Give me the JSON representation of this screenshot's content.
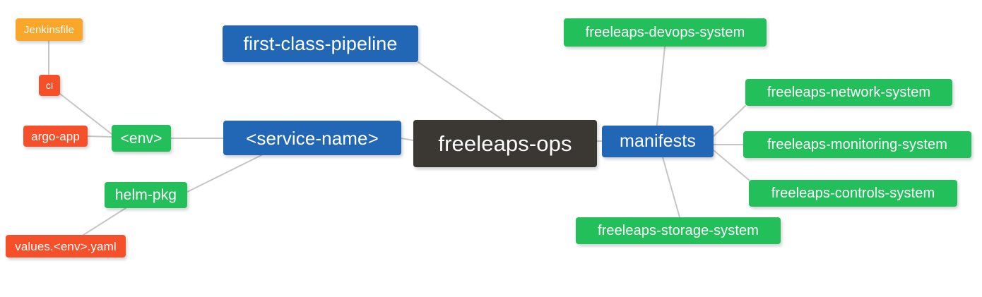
{
  "diagram": {
    "type": "mindmap",
    "title": "freeleaps-ops",
    "background": "#ffffff",
    "edge_color": "#c6c6c6"
  },
  "colors": {
    "root": "#3b3733",
    "blue": "#2167b5",
    "green": "#22bf5b",
    "orange": "#f9a62b",
    "red": "#f5502a",
    "edge": "#c6c6c6",
    "text": "#ffffff"
  },
  "nodes": {
    "root": {
      "label": "freeleaps-ops",
      "color": "#3b3733"
    },
    "service": {
      "label": "<service-name>",
      "color": "#2167b5"
    },
    "manifests": {
      "label": "manifests",
      "color": "#2167b5"
    },
    "pipeline": {
      "label": "first-class-pipeline",
      "color": "#2167b5"
    },
    "env": {
      "label": "<env>",
      "color": "#22bf5b"
    },
    "helm": {
      "label": "helm-pkg",
      "color": "#22bf5b"
    },
    "ci": {
      "label": "ci",
      "color": "#f5502a"
    },
    "argo": {
      "label": "argo-app",
      "color": "#f5502a"
    },
    "jenkins": {
      "label": "Jenkinsfile",
      "color": "#f9a62b"
    },
    "values": {
      "label": "values.<env>.yaml",
      "color": "#f5502a"
    },
    "devops": {
      "label": "freeleaps-devops-system",
      "color": "#22bf5b"
    },
    "network": {
      "label": "freeleaps-network-system",
      "color": "#22bf5b"
    },
    "monitoring": {
      "label": "freeleaps-monitoring-system",
      "color": "#22bf5b"
    },
    "controls": {
      "label": "freeleaps-controls-system",
      "color": "#22bf5b"
    },
    "storage": {
      "label": "freeleaps-storage-system",
      "color": "#22bf5b"
    }
  },
  "edges": [
    {
      "from": "root",
      "to": "service"
    },
    {
      "from": "root",
      "to": "manifests"
    },
    {
      "from": "root",
      "to": "pipeline"
    },
    {
      "from": "service",
      "to": "env"
    },
    {
      "from": "service",
      "to": "helm"
    },
    {
      "from": "env",
      "to": "ci"
    },
    {
      "from": "env",
      "to": "argo"
    },
    {
      "from": "ci",
      "to": "jenkins"
    },
    {
      "from": "helm",
      "to": "values"
    },
    {
      "from": "manifests",
      "to": "devops"
    },
    {
      "from": "manifests",
      "to": "network"
    },
    {
      "from": "manifests",
      "to": "monitoring"
    },
    {
      "from": "manifests",
      "to": "controls"
    },
    {
      "from": "manifests",
      "to": "storage"
    }
  ]
}
